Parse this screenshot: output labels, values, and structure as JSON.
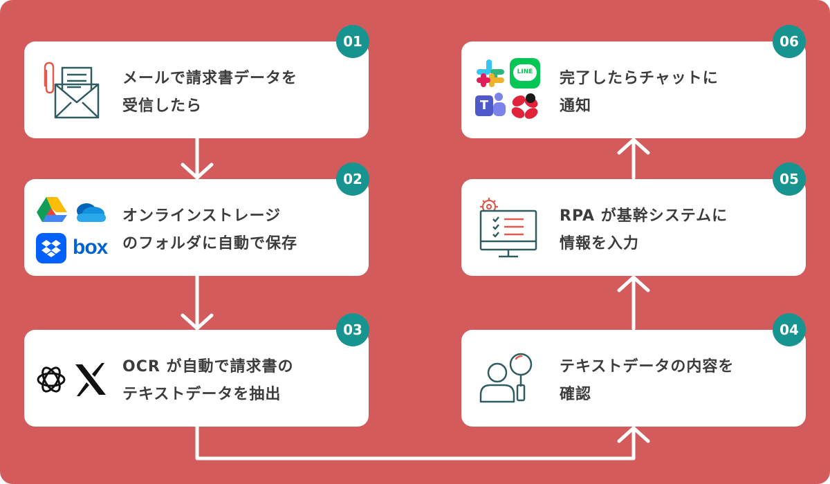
{
  "steps": [
    {
      "number": "01",
      "line1": "メールで請求書データを",
      "line2": "受信したら",
      "icon": "mail-attachment-icon"
    },
    {
      "number": "02",
      "line1": "オンラインストレージ",
      "line2": "のフォルダに自動で保存",
      "icons": [
        "google-drive-icon",
        "onedrive-icon",
        "dropbox-icon",
        "box-icon"
      ],
      "box_label": "box"
    },
    {
      "number": "03",
      "line1": "OCR が自動で請求書の",
      "line2": "テキストデータを抽出",
      "icons": [
        "openai-icon",
        "x-ai-icon"
      ]
    },
    {
      "number": "04",
      "line1": "テキストデータの内容を",
      "line2": "確認",
      "icon": "person-magnifier-icon"
    },
    {
      "number": "05",
      "line1": "RPA が基幹システムに",
      "line2": "情報を入力",
      "icon": "monitor-checklist-gear-icon"
    },
    {
      "number": "06",
      "line1": "完了したらチャットに",
      "line2": "通知",
      "icons": [
        "slack-icon",
        "line-icon",
        "teams-icon",
        "chatwork-icon"
      ],
      "line_label": "LINE",
      "teams_label": "T"
    }
  ],
  "colors": {
    "background": "#d45b5b",
    "card": "#ffffff",
    "badge": "#17948f",
    "text": "#3c3c3c",
    "icon_stroke": "#2f5c60",
    "icon_accent": "#e05a4e"
  }
}
